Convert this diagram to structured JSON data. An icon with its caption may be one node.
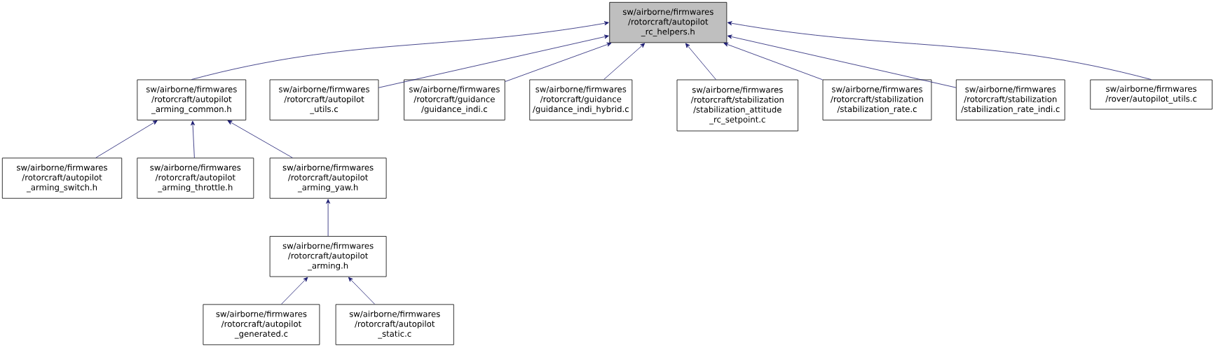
{
  "diagram": {
    "nodes": [
      {
        "text": [
          "sw/airborne/firmwares /rotorcraft/autopilot _rc_helpers.h"
        ]
      },
      {
        "text": [
          "sw/airborne/firmwares /rotorcraft/autopilot _arming_common.h"
        ]
      },
      {
        "text": [
          "sw/airborne/firmwares /rotorcraft/autopilot _utils.c"
        ]
      },
      {
        "text": [
          "sw/airborne/firmwares /rotorcraft/guidance /guidance_indi.c"
        ]
      },
      {
        "text": [
          "sw/airborne/firmwares /rotorcraft/guidance /guidance_indi_hybrid.c"
        ]
      },
      {
        "text": [
          "sw/airborne/firmwares /rotorcraft/stabilization /stabilization_attitude _rc_setpoint.c"
        ]
      },
      {
        "text": [
          "sw/airborne/firmwares /rotorcraft/stabilization /stabilization_rate.c"
        ]
      },
      {
        "text": [
          "sw/airborne/firmwares /rotorcraft/stabilization /stabilization_rate_indi.c"
        ]
      },
      {
        "text": [
          "sw/airborne/firmwares /rover/autopilot_utils.c"
        ]
      },
      {
        "text": [
          "sw/airborne/firmwares /rotorcraft/autopilot _arming_switch.h"
        ]
      },
      {
        "text": [
          "sw/airborne/firmwares /rotorcraft/autopilot _arming_throttle.h"
        ]
      },
      {
        "text": [
          "sw/airborne/firmwares /rotorcraft/autopilot _arming_yaw.h"
        ]
      },
      {
        "text": [
          "sw/airborne/firmwares /rotorcraft/autopilot _arming.h"
        ]
      },
      {
        "text": [
          "sw/airborne/firmwares /rotorcraft/autopilot _generated.c"
        ]
      },
      {
        "text": [
          "sw/airborne/firmwares /rotorcraft/autopilot _static.c"
        ]
      }
    ],
    "edges": [
      {
        "from": 1,
        "to": 0,
        "arrow": "to"
      },
      {
        "from": 2,
        "to": 0,
        "arrow": "to"
      },
      {
        "from": 3,
        "to": 0,
        "arrow": "to"
      },
      {
        "from": 4,
        "to": 0,
        "arrow": "to"
      },
      {
        "from": 5,
        "to": 0,
        "arrow": "to"
      },
      {
        "from": 6,
        "to": 0,
        "arrow": "to"
      },
      {
        "from": 7,
        "to": 0,
        "arrow": "to"
      },
      {
        "from": 8,
        "to": 0,
        "arrow": "to"
      },
      {
        "from": 9,
        "to": 1,
        "arrow": "to"
      },
      {
        "from": 10,
        "to": 1,
        "arrow": "to"
      },
      {
        "from": 11,
        "to": 1,
        "arrow": "to"
      },
      {
        "from": 12,
        "to": 11,
        "arrow": "to"
      },
      {
        "from": 13,
        "to": 12,
        "arrow": "to"
      },
      {
        "from": 14,
        "to": 12,
        "arrow": "to"
      }
    ]
  }
}
